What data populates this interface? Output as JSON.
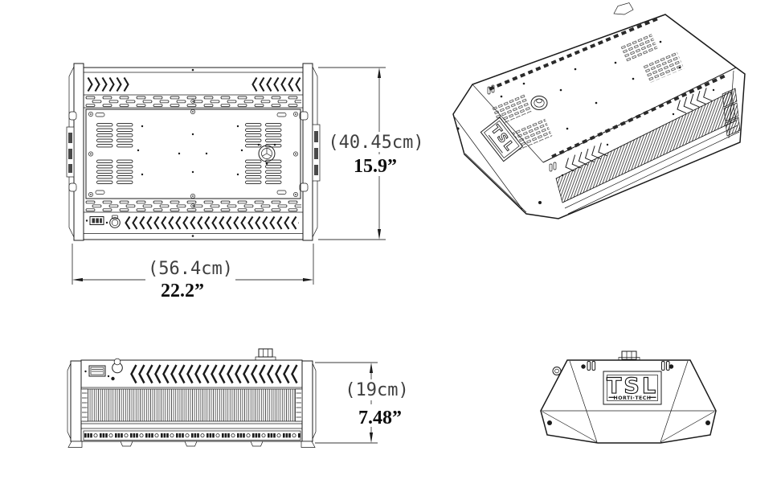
{
  "colors": {
    "background": "#ffffff",
    "line": "#1b1b1b",
    "dim_text": "#3f3f3f"
  },
  "dimensions": {
    "top_view": {
      "height_cm": "(40.45cm)",
      "height_in": "15.9”",
      "width_cm": "(56.4cm)",
      "width_in": "22.2”"
    },
    "side_view": {
      "height_cm": "(19cm)",
      "height_in": "7.48”"
    }
  },
  "logo": {
    "brand": "TSL",
    "tagline": "HORTI·TECH"
  }
}
